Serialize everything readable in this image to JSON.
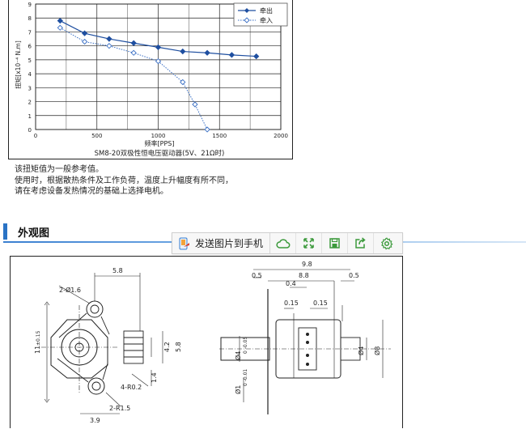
{
  "chart_data": {
    "type": "line",
    "title": "SM8-20双极性恒电压驱动器(5V、21Ω时)",
    "xlabel": "频率[PPS]",
    "ylabel": "扭矩[x10⁻⁴ N.m]",
    "xlim": [
      0,
      2000
    ],
    "ylim": [
      0,
      9
    ],
    "xticks": [
      "0",
      "500",
      "1000",
      "1500",
      "2000"
    ],
    "yticks": [
      "0",
      "1",
      "2",
      "3",
      "4",
      "5",
      "6",
      "7",
      "8",
      "9"
    ],
    "grid": true,
    "legend_position": "top-right",
    "series": [
      {
        "name": "牵出",
        "color": "#1f4fa0",
        "style": "solid",
        "marker": "filled-diamond",
        "x": [
          200,
          400,
          600,
          800,
          1000,
          1200,
          1400,
          1600,
          1800
        ],
        "y": [
          7.8,
          6.9,
          6.5,
          6.2,
          5.9,
          5.6,
          5.5,
          5.35,
          5.25
        ]
      },
      {
        "name": "牵入",
        "color": "#3a6fc4",
        "style": "dotted",
        "marker": "open-diamond",
        "x": [
          200,
          400,
          600,
          800,
          1000,
          1200,
          1300,
          1400
        ],
        "y": [
          7.3,
          6.3,
          6.0,
          5.5,
          4.9,
          3.4,
          1.8,
          0.0
        ]
      }
    ]
  },
  "notes": [
    "该扭矩值为一般参考值。",
    "使用时，根据散热条件及工作负荷，温度上升幅度有所不同，",
    "请在考虑设备发热情况的基础上选择电机。"
  ],
  "section": {
    "title": "外观图",
    "accent_color": "#2a73c5"
  },
  "toolbar": {
    "send_label": "发送图片到手机",
    "buttons": [
      "cloud-icon",
      "fullscreen-icon",
      "save-icon",
      "share-icon",
      "settings-icon"
    ],
    "icon_color": "#3c9a3c"
  },
  "drawing": {
    "left_view": {
      "hole_label": "2-Ø1.6",
      "top_dim": "5.8",
      "height_dim": "11",
      "height_tol": "±0.15",
      "pin_dim_1": "4.2",
      "pin_dim_2": "5.8",
      "pin_dim_3": "1.4",
      "radius_1": "4-R0.2",
      "radius_2": "2-R1.5",
      "bottom_dim": "3.9"
    },
    "right_view": {
      "total_len": "9.8",
      "len_1": "0.5",
      "len_2": "8.8",
      "len_3": "0.5",
      "len_4": "0.4",
      "len_5": "0.15",
      "len_6": "0.15",
      "shaft_dia": "Ø4",
      "shaft_tol": "0 -0.05",
      "small_dia": "Ø1",
      "small_tol": "0 -0.01",
      "right_dia_1": "Ø4",
      "right_dia_2": "Ø8"
    }
  }
}
